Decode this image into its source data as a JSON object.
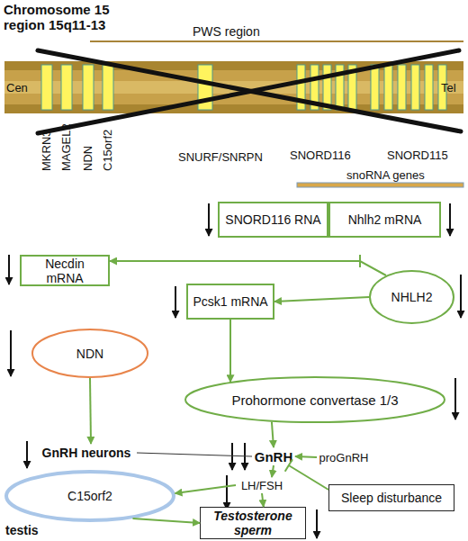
{
  "diagram": {
    "title": "Chromosome 15 region 15q11-13",
    "nodes": [
      {
        "text": [
          "SNORD116 RNA"
        ]
      },
      {
        "text": [
          "Nhlh2 mRNA"
        ]
      },
      {
        "text": [
          "Necdin mRNA"
        ]
      },
      {
        "text": [
          "Pcsk1 mRNA"
        ]
      },
      {
        "text": [
          "NHLH2"
        ]
      },
      {
        "text": [
          "NDN"
        ]
      },
      {
        "text": [
          "Prohormone convertase 1/3"
        ]
      },
      {
        "text": [
          "GnRH neurons"
        ]
      },
      {
        "text": [
          "GnRH"
        ]
      },
      {
        "text": [
          "proGnRH"
        ]
      },
      {
        "text": [
          "Sleep disturbance"
        ]
      },
      {
        "text": [
          "C15orf2"
        ]
      },
      {
        "text": [
          "LH/FSH"
        ]
      },
      {
        "text": [
          "Testosterone sperm"
        ]
      }
    ],
    "edges": [
      {
        "from": 4,
        "to": 2,
        "arrow": "to"
      },
      {
        "from": 4,
        "to": 3,
        "arrow": "to"
      },
      {
        "from": 3,
        "to": 6,
        "arrow": "to"
      },
      {
        "from": 5,
        "to": 7,
        "arrow": "to"
      },
      {
        "from": 6,
        "to": 8,
        "arrow": "to"
      },
      {
        "from": 7,
        "to": 8,
        "arrow": "none"
      },
      {
        "from": 9,
        "to": 8,
        "arrow": "to"
      },
      {
        "from": 10,
        "to": 8,
        "arrow": "to"
      },
      {
        "from": 8,
        "to": 12,
        "arrow": "to"
      },
      {
        "from": 12,
        "to": 11,
        "arrow": "to"
      },
      {
        "from": 12,
        "to": 13,
        "arrow": "to"
      },
      {
        "from": 11,
        "to": 13,
        "arrow": "to"
      }
    ],
    "labels": [
      "PWS region",
      "Cen",
      "Tel",
      "MKRN3",
      "MAGEL2",
      "NDN",
      "C15orf2",
      "SNURF/SNRPN",
      "SNORD116",
      "SNORD115",
      "snoRNA genes",
      "testis"
    ]
  }
}
